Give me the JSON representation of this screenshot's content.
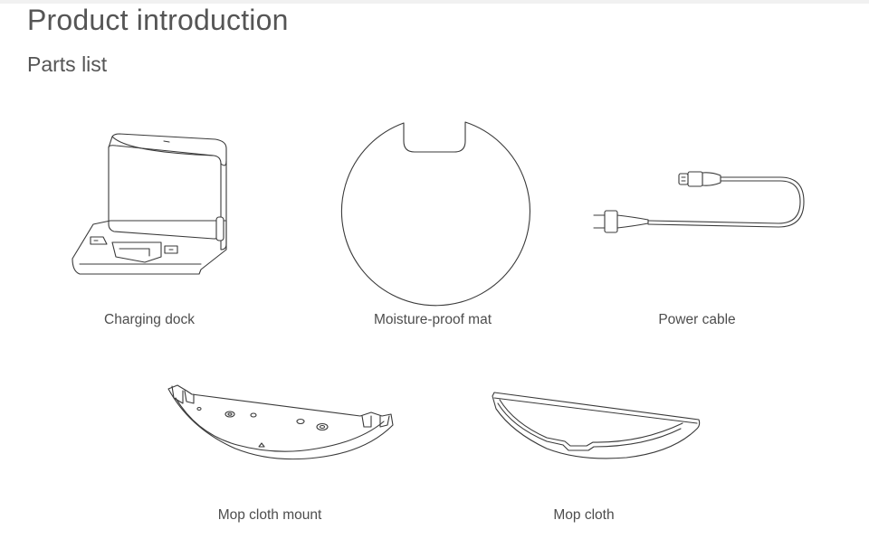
{
  "header": {
    "title": "Product introduction",
    "subtitle": "Parts list"
  },
  "parts": [
    {
      "label": "Charging dock",
      "icon": "charging-dock-icon"
    },
    {
      "label": "Moisture-proof mat",
      "icon": "moisture-proof-mat-icon"
    },
    {
      "label": "Power cable",
      "icon": "power-cable-icon"
    },
    {
      "label": "Mop cloth mount",
      "icon": "mop-cloth-mount-icon"
    },
    {
      "label": "Mop cloth",
      "icon": "mop-cloth-icon"
    }
  ]
}
